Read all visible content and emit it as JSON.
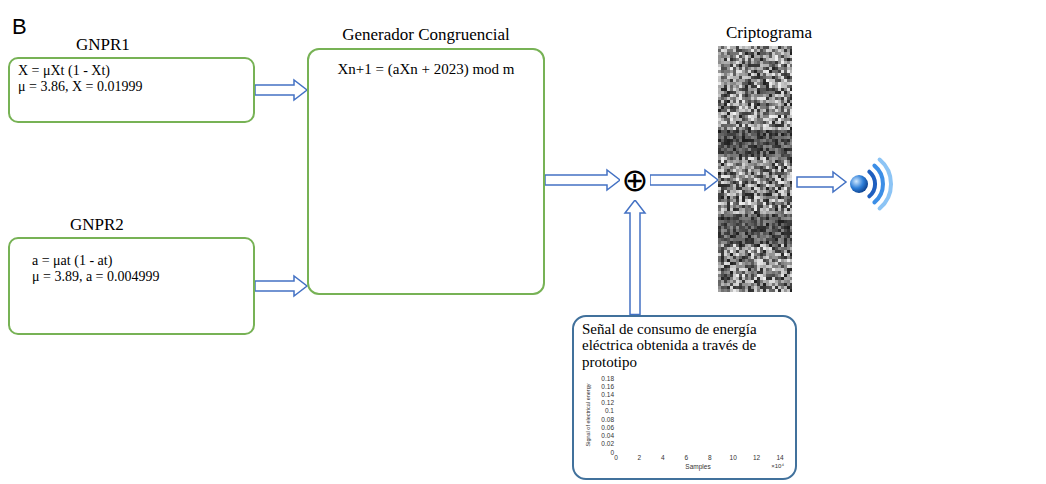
{
  "diagram": {
    "nodes": [
      {
        "text": [
          "GNPR1",
          "X = μXt (1 - Xt)",
          "μ = 3.86, X = 0.01999"
        ]
      },
      {
        "text": [
          "GNPR2",
          "a = μat (1 - at)",
          "μ = 3.89, a = 0.004999"
        ]
      },
      {
        "text": [
          "Generador Congruencial",
          "Xn+1 = (aXn + 2023) mod m"
        ]
      },
      {
        "text": [
          "⊕"
        ]
      },
      {
        "text": [
          "Criptograma"
        ]
      },
      {
        "text": [
          "Señal de consumo de energía eléctrica obtenida a través de prototipo"
        ]
      }
    ],
    "edges": [
      {
        "from": 0,
        "to": 2,
        "arrow": "to"
      },
      {
        "from": 1,
        "to": 2,
        "arrow": "to"
      },
      {
        "from": 2,
        "to": 3,
        "arrow": "to"
      },
      {
        "from": 5,
        "to": 3,
        "arrow": "to"
      },
      {
        "from": 3,
        "to": 4,
        "arrow": "to"
      }
    ],
    "labels": [
      "B",
      "0.18",
      "0.16",
      "0.14",
      "0.12",
      "0.1",
      "0.08",
      "0.06",
      "0.04",
      "0.02",
      "0",
      "0",
      "2",
      "4",
      "6",
      "8",
      "10",
      "12",
      "14",
      "×10⁴",
      "Signal of electrical energy",
      "Samples"
    ]
  }
}
